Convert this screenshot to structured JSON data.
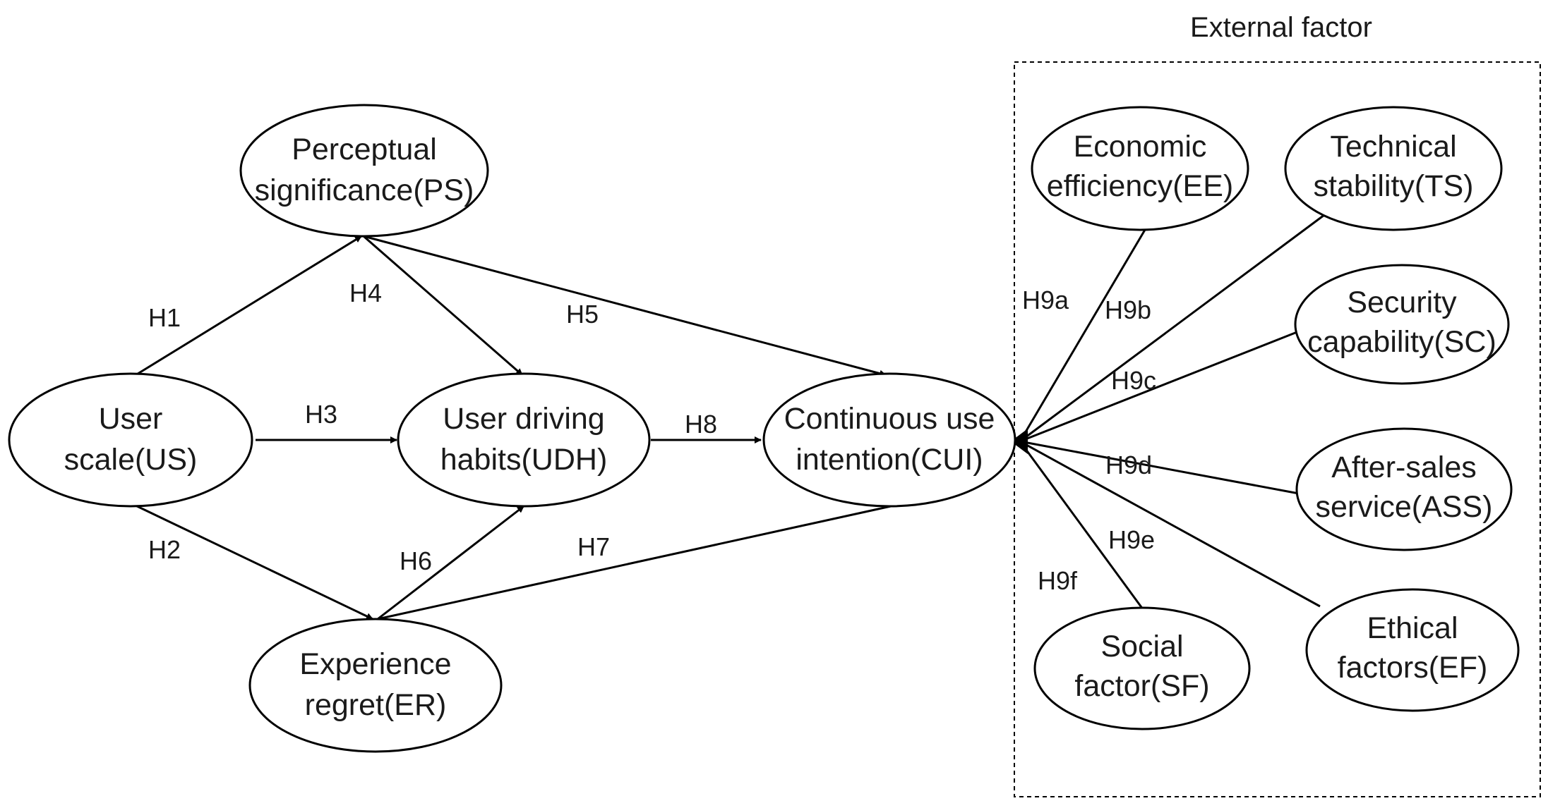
{
  "group": {
    "title": "External factor"
  },
  "nodes": {
    "us": {
      "line1": "User",
      "line2": "scale(US)"
    },
    "ps": {
      "line1": "Perceptual",
      "line2": "significance(PS)"
    },
    "udh": {
      "line1": "User driving",
      "line2": "habits(UDH)"
    },
    "er": {
      "line1": "Experience",
      "line2": "regret(ER)"
    },
    "cui": {
      "line1": "Continuous use",
      "line2": "intention(CUI)"
    },
    "ee": {
      "line1": "Economic",
      "line2": "efficiency(EE)"
    },
    "ts": {
      "line1": "Technical",
      "line2": "stability(TS)"
    },
    "sc": {
      "line1": "Security",
      "line2": "capability(SC)"
    },
    "ass": {
      "line1": "After-sales",
      "line2": "service(ASS)"
    },
    "ef": {
      "line1": "Ethical",
      "line2": "factors(EF)"
    },
    "sf": {
      "line1": "Social",
      "line2": "factor(SF)"
    }
  },
  "edges": {
    "h1": "H1",
    "h2": "H2",
    "h3": "H3",
    "h4": "H4",
    "h5": "H5",
    "h6": "H6",
    "h7": "H7",
    "h8": "H8",
    "h9a": "H9a",
    "h9b": "H9b",
    "h9c": "H9c",
    "h9d": "H9d",
    "h9e": "H9e",
    "h9f": "H9f"
  }
}
